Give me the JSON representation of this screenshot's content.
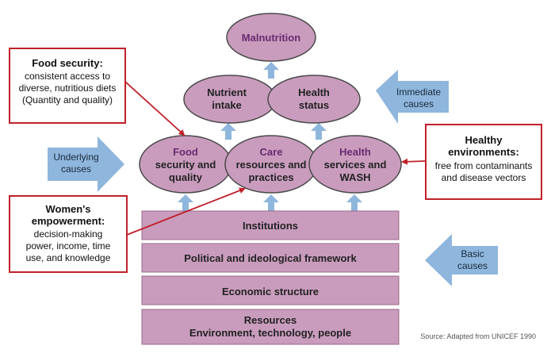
{
  "ovals": {
    "malnutrition": {
      "title": "Malnutrition"
    },
    "nutrient_intake": {
      "line1": "Nutrient",
      "line2": "intake"
    },
    "health_status": {
      "line1": "Health",
      "line2": "status"
    },
    "food": {
      "head": "Food",
      "line1": "security and",
      "line2": "quality"
    },
    "care": {
      "head": "Care",
      "line1": "resources and",
      "line2": "practices"
    },
    "health": {
      "head": "Health",
      "line1": "services and",
      "line2": "WASH"
    }
  },
  "boxes": {
    "institutions": "Institutions",
    "political": "Political and ideological framework",
    "economic": "Economic structure",
    "resources": {
      "line1": "Resources",
      "line2": "Environment, technology, people"
    }
  },
  "cause_arrows": {
    "immediate": {
      "line1": "Immediate",
      "line2": "causes"
    },
    "underlying": {
      "line1": "Underlying",
      "line2": "causes"
    },
    "basic": {
      "line1": "Basic",
      "line2": "causes"
    }
  },
  "notes": {
    "food_security": {
      "title": "Food security:",
      "lines": [
        "consistent access to",
        "diverse, nutritious diets",
        "(Quantity and quality)"
      ]
    },
    "women": {
      "title_lines": [
        "Women's",
        "empowerment:"
      ],
      "lines": [
        "decision-making",
        "power, income, time",
        "use, and knowledge"
      ]
    },
    "healthy_env": {
      "title_lines": [
        "Healthy",
        "environments:"
      ],
      "lines": [
        "free from contaminants",
        "and disease vectors"
      ]
    }
  },
  "source": "Source: Adapted from UNICEF 1990",
  "colors": {
    "oval_fill": "#c99cbd",
    "oval_stroke": "#4a4a4a",
    "box_fill": "#c99cbd",
    "arrow_fill": "#8fb6dd",
    "note_border": "#c0202a",
    "head_text": "#6a2a72"
  }
}
